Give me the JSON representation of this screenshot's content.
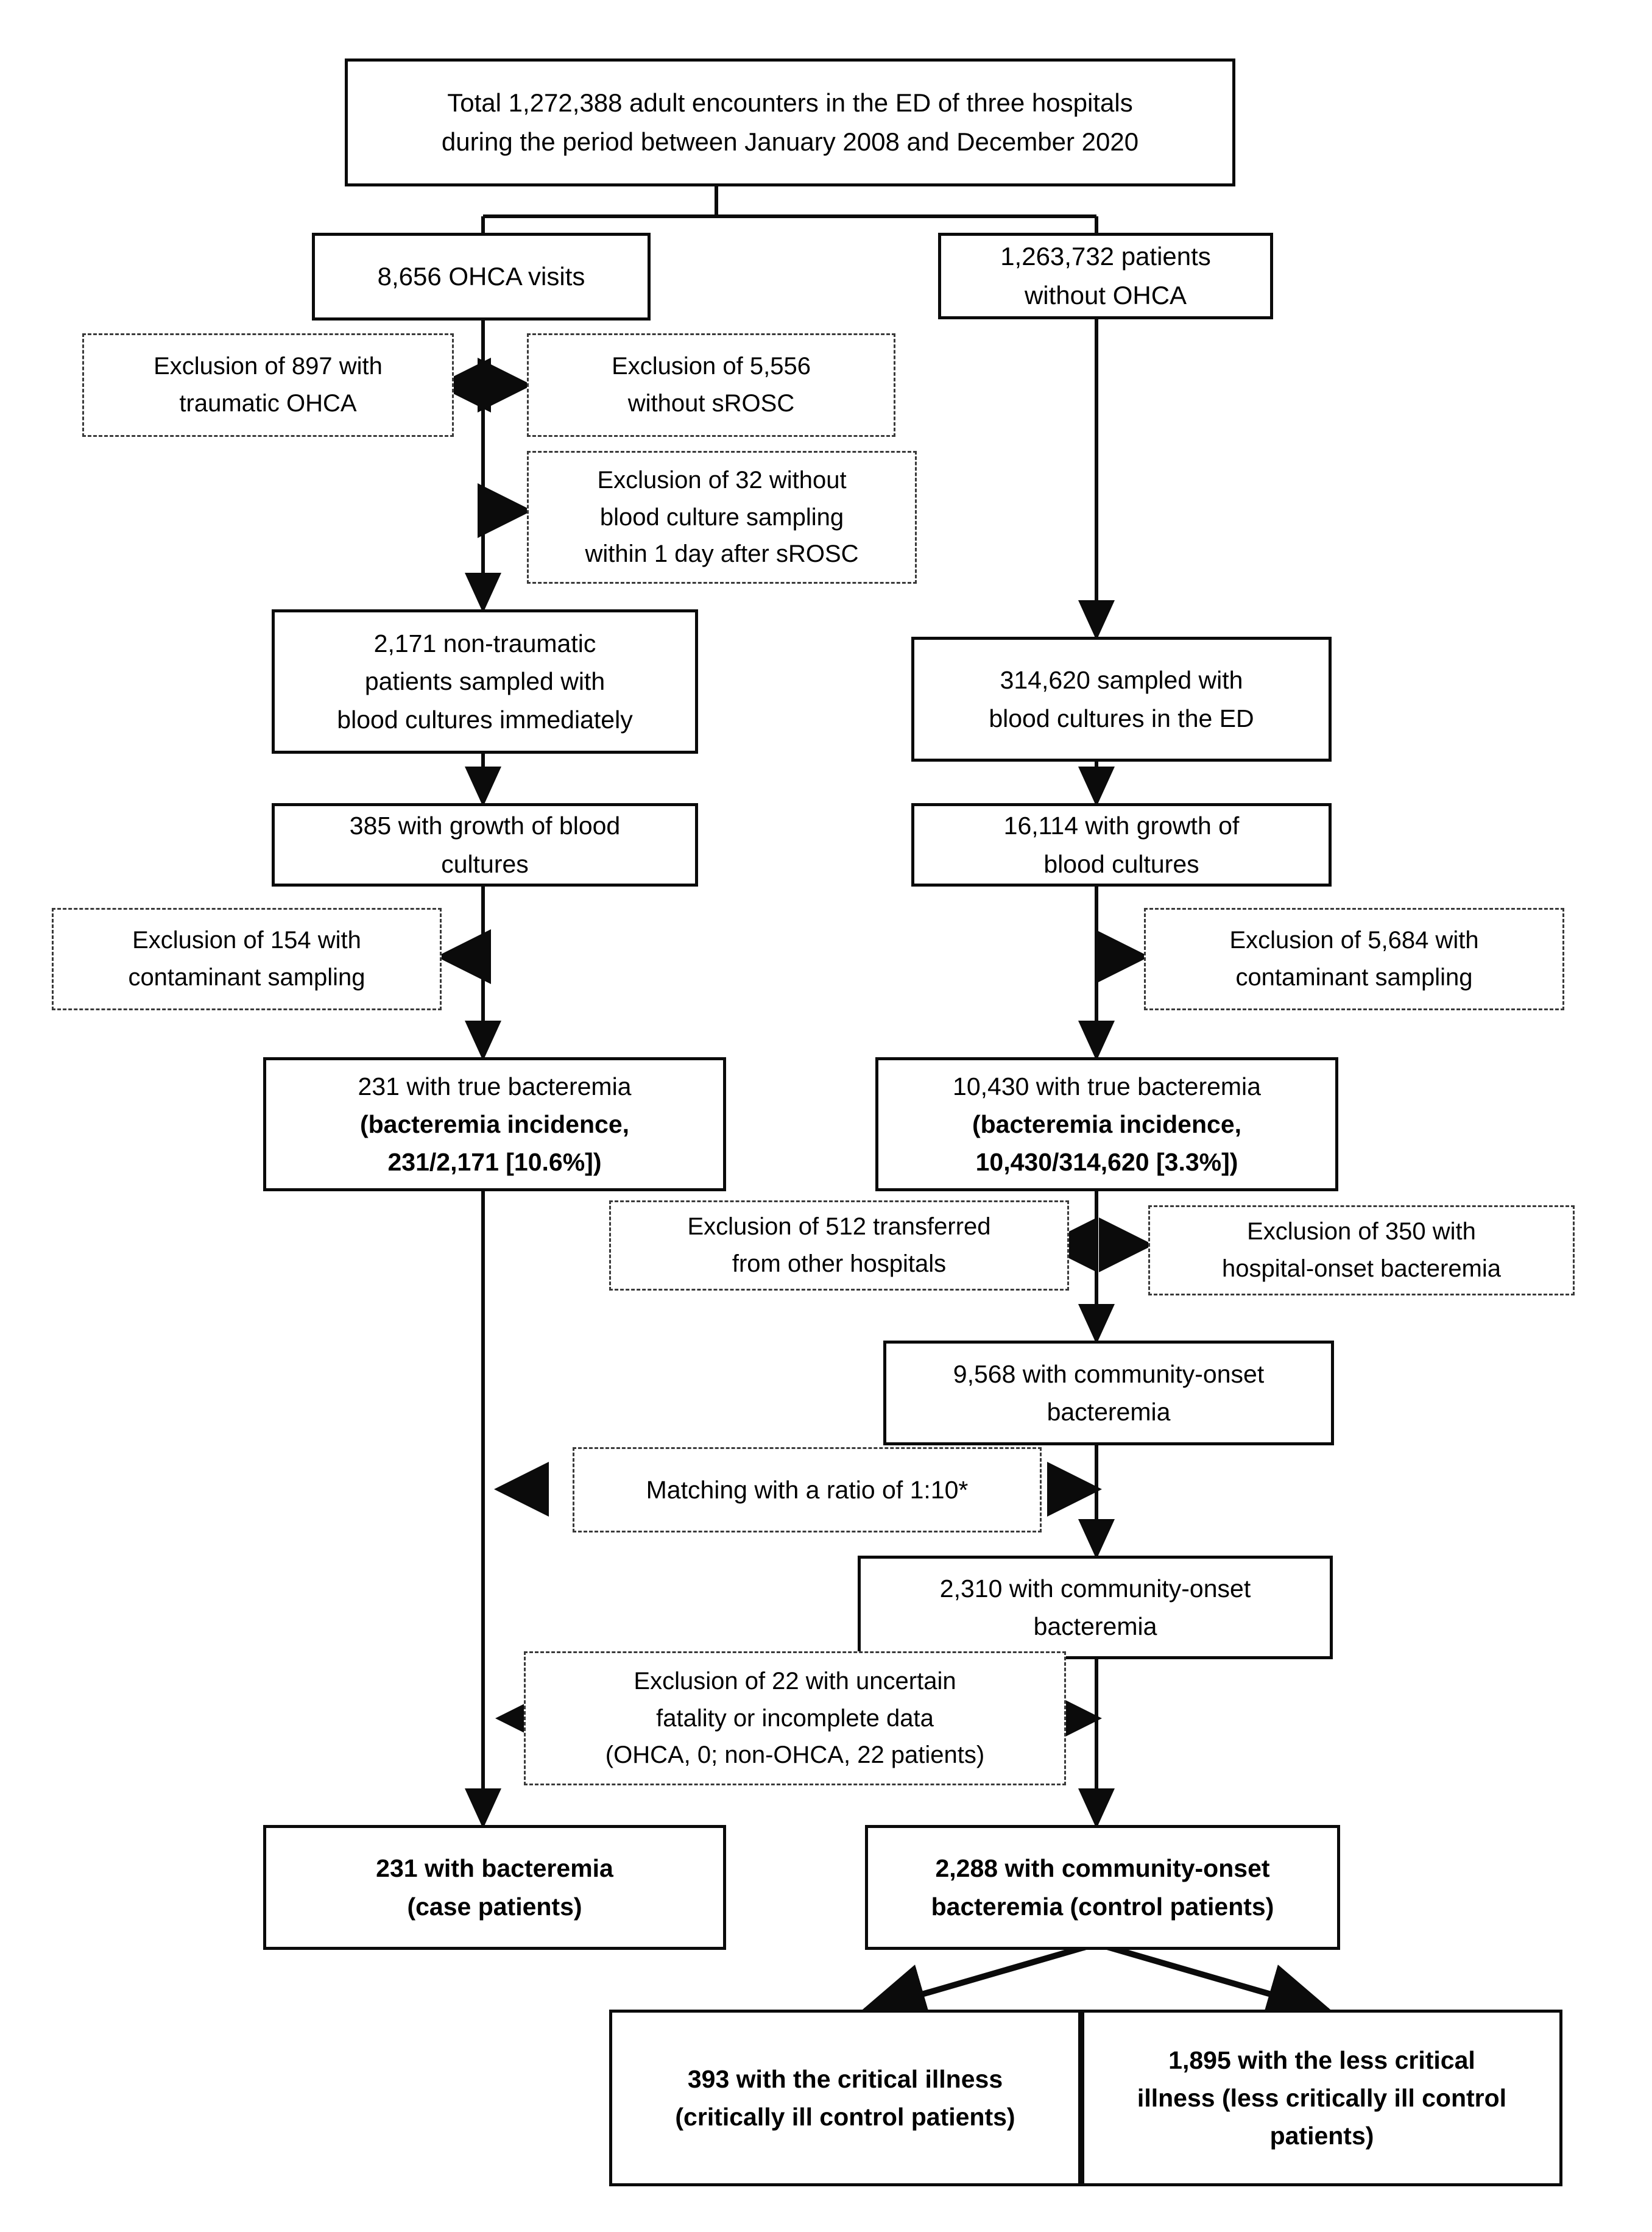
{
  "figure": {
    "type": "flow-diagram",
    "title": "Study population flow diagram of OHCA and non-OHCA emergency department patients",
    "footnote_marker": "*"
  },
  "nodes": {
    "total_encounters": {
      "id": "total-encounters",
      "style": "solid",
      "bold": false,
      "text": "Total 1,272,388 adult encounters in the ED of three hospitals\nduring the period between January 2008 and December 2020"
    },
    "ohca_visits": {
      "id": "ohca-visits",
      "style": "solid",
      "bold": false,
      "text": "8,656 OHCA visits"
    },
    "without_ohca": {
      "id": "patients-without-ohca",
      "style": "solid",
      "bold": false,
      "text": "1,263,732 patients\nwithout OHCA"
    },
    "excl_traumatic": {
      "id": "exclusion-traumatic-ohca",
      "style": "dashed",
      "bold": false,
      "text": "Exclusion of 897 with\ntraumatic OHCA"
    },
    "excl_srosc": {
      "id": "exclusion-without-srosc",
      "style": "dashed",
      "bold": false,
      "text": "Exclusion of 5,556\nwithout sROSC"
    },
    "excl_no_culture": {
      "id": "exclusion-no-blood-culture",
      "style": "dashed",
      "bold": false,
      "text": "Exclusion of 32 without\nblood culture sampling\nwithin 1 day after sROSC"
    },
    "nontraumatic_sampled": {
      "id": "non-traumatic-sampled",
      "style": "solid",
      "bold": false,
      "text": "2,171 non-traumatic\npatients sampled with\nblood cultures immediately"
    },
    "sampled_ed": {
      "id": "sampled-in-ed",
      "style": "solid",
      "bold": false,
      "text": "314,620 sampled with\nblood cultures in the ED"
    },
    "growth_left": {
      "id": "growth-blood-cultures-ohca",
      "style": "solid",
      "bold": false,
      "text": "385 with growth of blood\ncultures"
    },
    "growth_right": {
      "id": "growth-blood-cultures-nonohca",
      "style": "solid",
      "bold": false,
      "text": "16,114 with growth of\nblood cultures"
    },
    "excl_contam_left": {
      "id": "exclusion-contaminant-left",
      "style": "dashed",
      "bold": false,
      "text": "Exclusion of 154 with\ncontaminant sampling"
    },
    "excl_contam_right": {
      "id": "exclusion-contaminant-right",
      "style": "dashed",
      "bold": false,
      "text": "Exclusion of 5,684 with\ncontaminant sampling"
    },
    "true_bact_left": {
      "id": "true-bacteremia-ohca",
      "style": "solid",
      "bold": false,
      "line1": "231 with true bacteremia",
      "line2": "(bacteremia incidence,\n231/2,171 [10.6%])"
    },
    "true_bact_right": {
      "id": "true-bacteremia-nonohca",
      "style": "solid",
      "bold": false,
      "line1": "10,430 with true bacteremia",
      "line2": "(bacteremia incidence,\n10,430/314,620 [3.3%])"
    },
    "excl_transferred": {
      "id": "exclusion-transferred",
      "style": "dashed",
      "bold": false,
      "text": "Exclusion of 512 transferred\nfrom other hospitals"
    },
    "excl_hospital_onset": {
      "id": "exclusion-hospital-onset",
      "style": "dashed",
      "bold": false,
      "text": "Exclusion of 350 with\nhospital-onset bacteremia"
    },
    "community_9568": {
      "id": "community-onset-9568",
      "style": "solid",
      "bold": false,
      "text": "9,568 with community-onset\nbacteremia"
    },
    "matching": {
      "id": "matching-ratio",
      "style": "dashed",
      "bold": false,
      "text": "Matching with a ratio of 1:10*"
    },
    "community_2310": {
      "id": "community-onset-2310",
      "style": "solid",
      "bold": false,
      "text": "2,310 with community-onset\nbacteremia"
    },
    "excl_uncertain": {
      "id": "exclusion-uncertain-fatality",
      "style": "dashed",
      "bold": false,
      "text": "Exclusion of 22 with uncertain\nfatality or incomplete data\n(OHCA, 0; non-OHCA, 22 patients)"
    },
    "final_cases": {
      "id": "final-case-patients",
      "style": "solid",
      "bold": true,
      "text": "231 with bacteremia\n(case patients)"
    },
    "final_controls": {
      "id": "final-control-patients",
      "style": "solid",
      "bold": true,
      "text": "2,288 with community-onset\nbacteremia (control patients)"
    },
    "critical": {
      "id": "critically-ill-controls",
      "style": "solid",
      "bold": true,
      "text": "393 with the critical illness\n(critically ill control patients)"
    },
    "less_critical": {
      "id": "less-critically-ill-controls",
      "style": "solid",
      "bold": true,
      "text": "1,895 with the less critical\nillness (less critically ill control\npatients)"
    }
  },
  "colors": {
    "line": "#0b0b0b",
    "dashed_line": "#3a3a3a",
    "background": "#ffffff",
    "text": "#000000"
  }
}
